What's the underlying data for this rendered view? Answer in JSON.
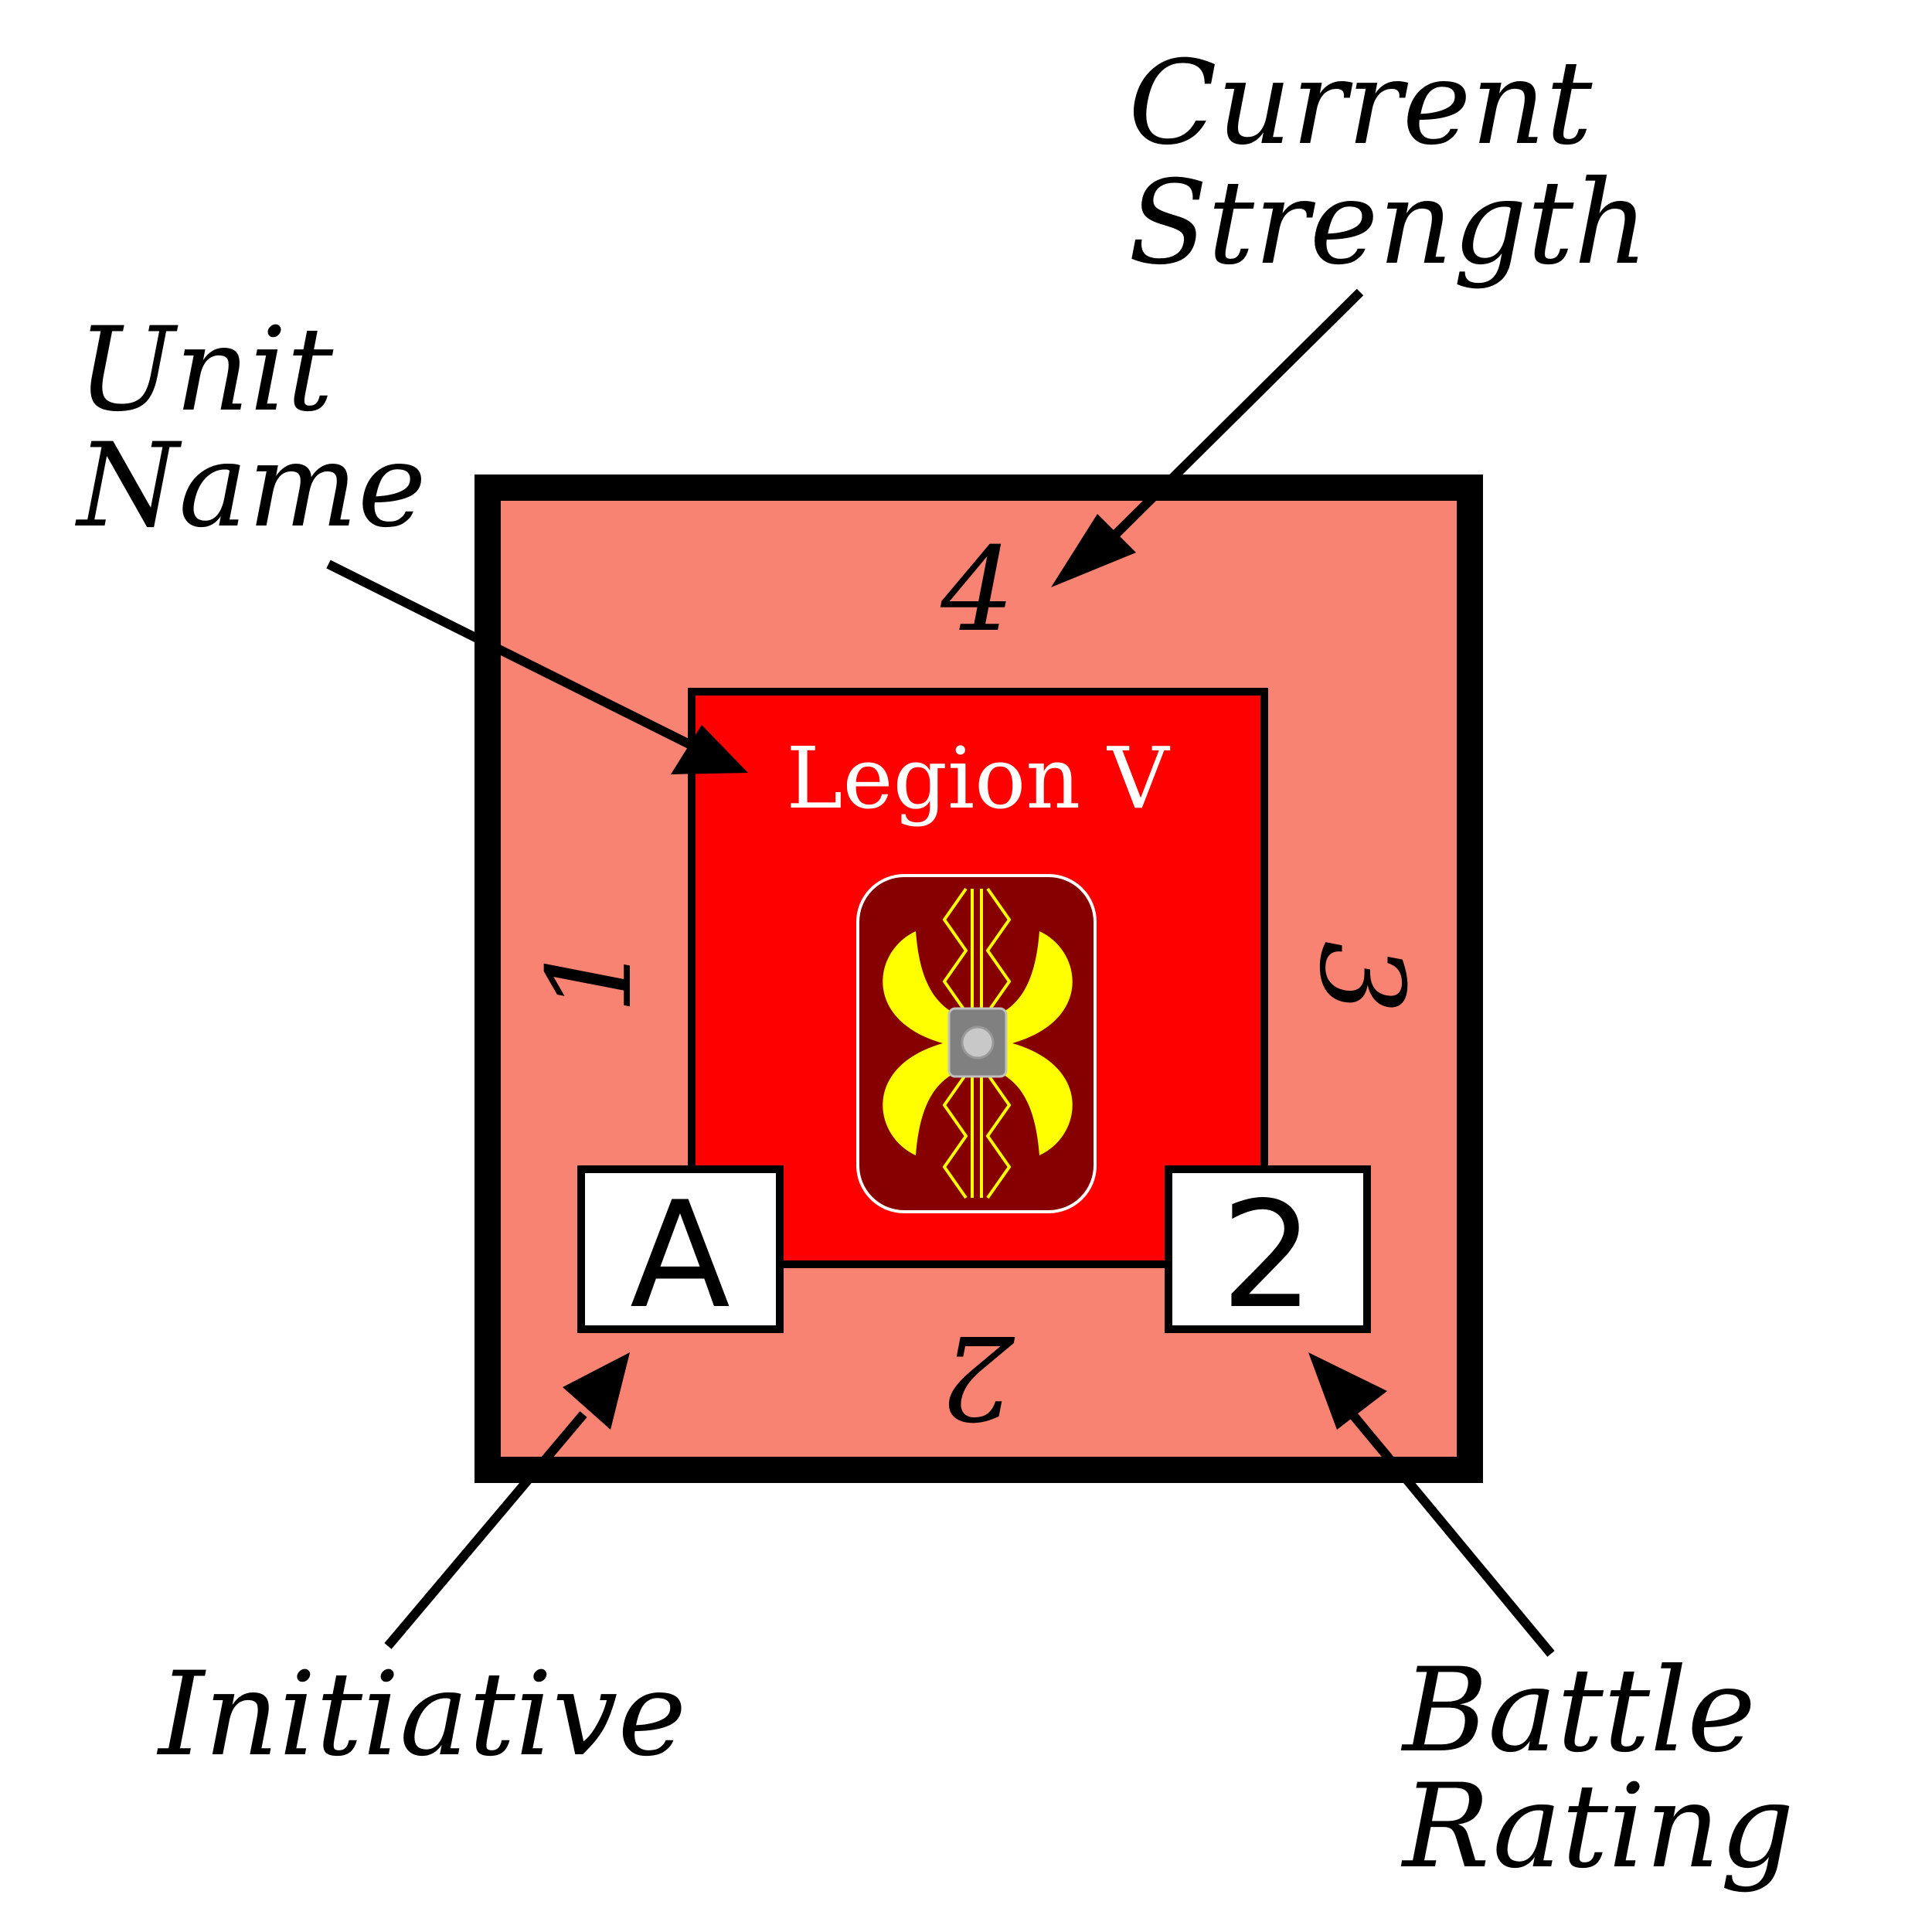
{
  "callouts": {
    "current_strength": [
      "Current",
      "Strength"
    ],
    "unit_name": [
      "Unit",
      "Name"
    ],
    "initiative": "Initiative",
    "battle_rating": [
      "Battle",
      "Rating"
    ]
  },
  "counter": {
    "unit_name": "Legion V",
    "initiative": "A",
    "battle_rating": "2",
    "strength_values": {
      "top": "4",
      "right": "3",
      "bottom": "2",
      "left": "1"
    }
  },
  "colors": {
    "outer_fill": "#f98372",
    "inner_fill": "#ff0000",
    "shield_fill": "#870000",
    "emblem_yellow": "#ffff00",
    "boss_gray": "#808080"
  },
  "icons": [
    "scutum-shield-icon"
  ]
}
